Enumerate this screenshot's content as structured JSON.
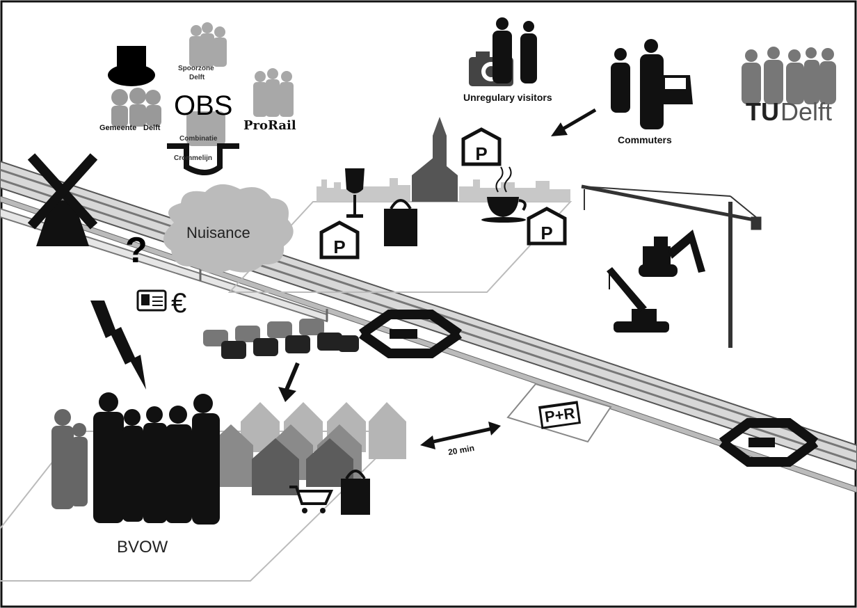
{
  "labels": {
    "obs": "OBS",
    "nuisance": "Nuisance",
    "bvow": "BVOW",
    "unregular_visitors": "Unregulary visitors",
    "commuters": "Commuters",
    "travel_time": "20 min",
    "park_and_ride": "P+R",
    "gemeente_1": "Gemeente",
    "gemeente_2": "Delft",
    "spoorzone_1": "Spoorzone",
    "spoorzone_2": "Delft",
    "combinatie_1": "Combinatie",
    "combinatie_2": "Crommelijn",
    "prorail": "ProRail",
    "tu": "TU",
    "delft": "Delft",
    "euro": "€",
    "question": "?"
  },
  "icons": [
    "windmill-icon",
    "top-hat-icon",
    "wine-glass-icon",
    "church-icon",
    "shopping-bag-icon",
    "coffee-cup-icon",
    "parking-icon",
    "camera-icon",
    "crane-icon",
    "excavator-icon",
    "mobile-crane-icon",
    "ns-logo-icon",
    "lightning-icon",
    "id-card-icon",
    "car-icon",
    "house-icon",
    "shopping-cart-icon",
    "arrow-icon",
    "people-silhouette-icon"
  ],
  "colors": {
    "black": "#111111",
    "grey": "#9a9a9a",
    "light_grey": "#cfcfcf",
    "house_grey": "#7d7d7d"
  }
}
